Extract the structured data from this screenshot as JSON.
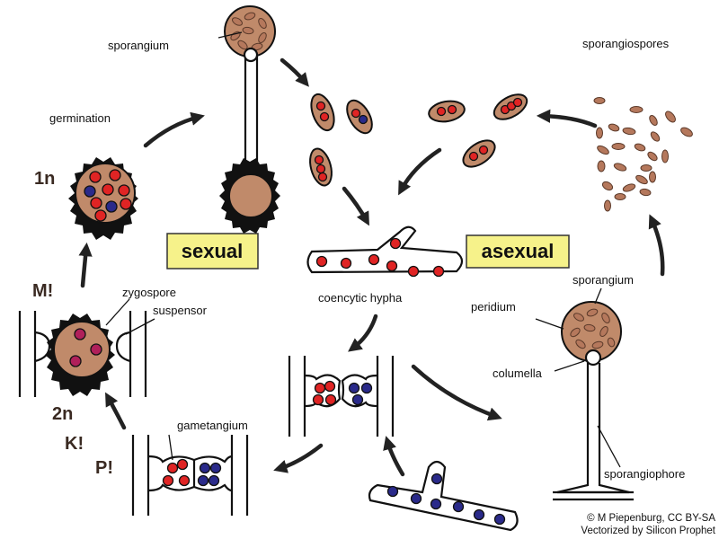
{
  "labels": {
    "sporangium_top": "sporangium",
    "germination": "germination",
    "sporangiospores": "sporangiospores",
    "ploidy_1n": "1n",
    "sexual": "sexual",
    "asexual": "asexual",
    "meiosis": "M!",
    "zygospore": "zygospore",
    "suspensor": "suspensor",
    "coencytic_hypha": "coencytic hypha",
    "sporangium_right": "sporangium",
    "peridium": "peridium",
    "columella": "columella",
    "ploidy_2n": "2n",
    "karyogamy": "K!",
    "plasmogamy": "P!",
    "gametangium": "gametangium",
    "sporangiophore": "sporangiophore"
  },
  "credit": {
    "line1": "© M Piepenburg, CC BY-SA",
    "line2": "Vectorized by Silicon Prophet"
  },
  "colors": {
    "spore_brown": "#c08a6a",
    "nucleus_red": "#e02424",
    "nucleus_blue": "#2a2a8a",
    "box_yellow": "#f6f28a"
  }
}
